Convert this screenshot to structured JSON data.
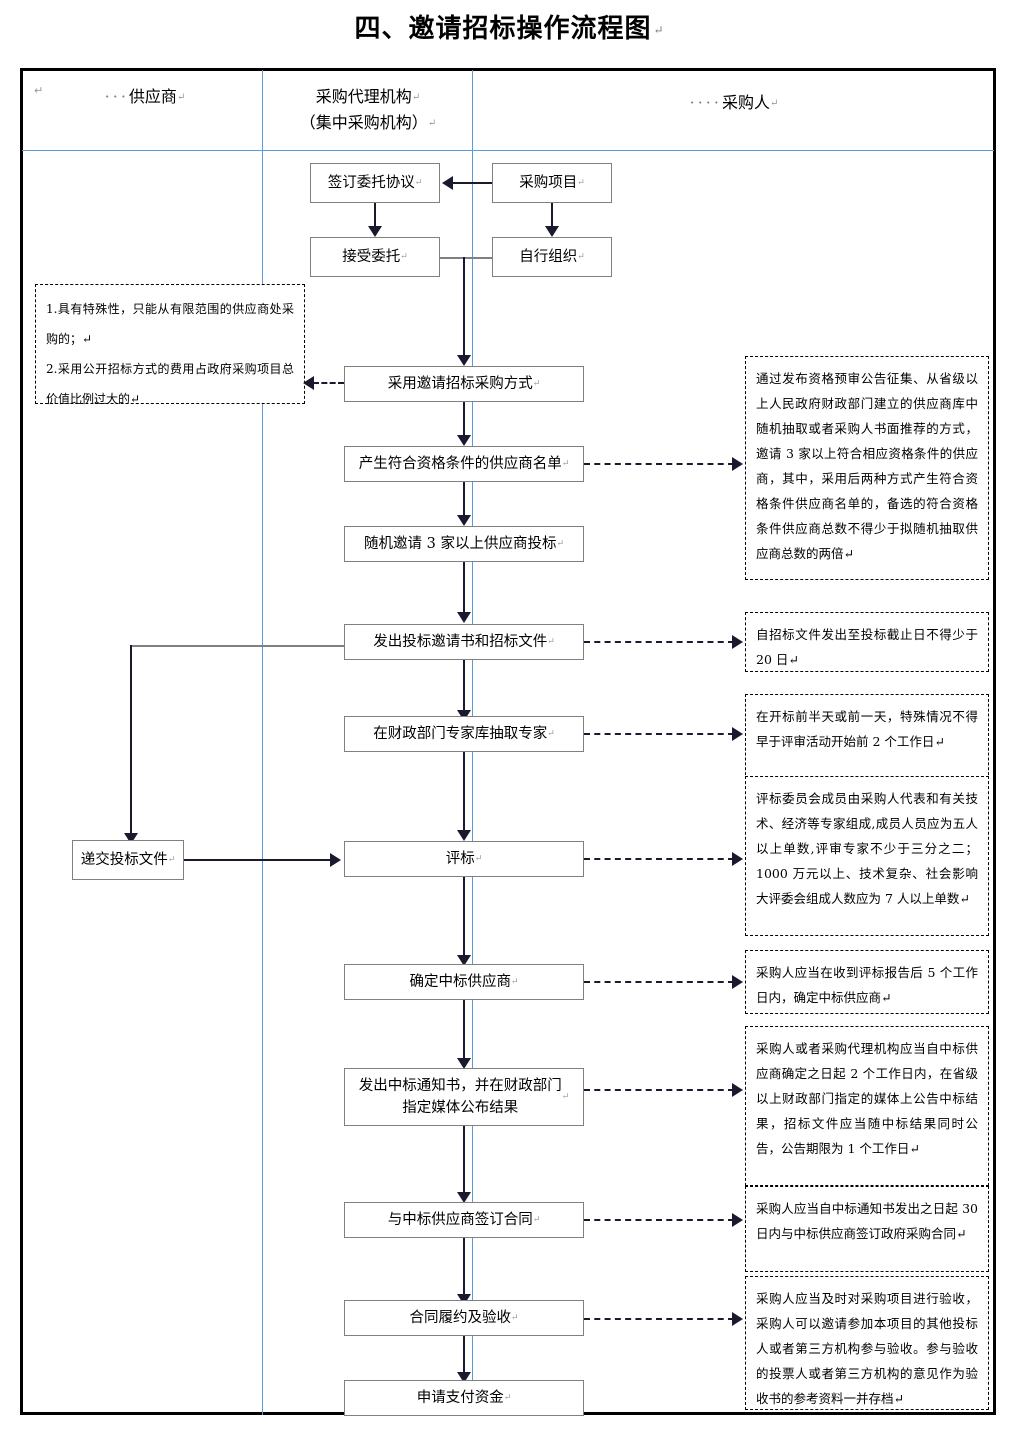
{
  "title": {
    "text": "四、邀请招标操作流程图",
    "pilcrow": "↵"
  },
  "lanes": [
    {
      "id": "supplier",
      "dots": "···",
      "label": "供应商",
      "pilcrow": "↵"
    },
    {
      "id": "agency",
      "line1": "采购代理机构",
      "line2": "（集中采购机构）",
      "pilcrow": "↵"
    },
    {
      "id": "buyer",
      "dots": "····",
      "label": "采购人",
      "pilcrow": "↵"
    }
  ],
  "boxes": {
    "sign_agreement": "签订委托协议",
    "procurement_project": "采购项目",
    "accept_commission": "接受委托",
    "self_organize": "自行组织",
    "use_invited_tender": "采用邀请招标采购方式",
    "qualified_supplier_list": "产生符合资格条件的供应商名单",
    "invite_three_suppliers": "随机邀请 3 家以上供应商投标",
    "issue_invitation_docs": "发出投标邀请书和招标文件",
    "submit_bid_documents": "递交投标文件",
    "draw_experts": "在财政部门专家库抽取专家",
    "bid_evaluation": "评标",
    "determine_winner": "确定中标供应商",
    "issue_notice_publish": "发出中标通知书，并在财政部门\n指定媒体公布结果",
    "sign_contract": "与中标供应商签订合同",
    "contract_performance": "合同履约及验收",
    "apply_payment": "申请支付资金"
  },
  "notes": {
    "invited_tender_conditions": "1.具有特殊性，只能从有限范围的供应商处采购的；↵\n2.采用公开招标方式的费用占政府采购项目总价值比例过大的↵",
    "supplier_list_rule": "通过发布资格预审公告征集、从省级以上人民政府财政部门建立的供应商库中随机抽取或者采购人书面推荐的方式，邀请 3 家以上符合相应资格条件的供应商，其中，采用后两种方式产生符合资格条件供应商名单的，备选的符合资格条件供应商总数不得少于拟随机抽取供应商总数的两倍↵",
    "bid_deadline_rule": "自招标文件发出至投标截止日不得少于 20 日↵",
    "expert_draw_rule": "在开标前半天或前一天，特殊情况不得早于评审活动开始前 2 个工作日↵",
    "evaluation_committee_rule": "评标委员会成员由采购人代表和有关技术、经济等专家组成,成员人员应为五人以上单数,评审专家不少于三分之二；1000 万元以上、技术复杂、社会影响大评委会组成人数应为 7 人以上单数↵",
    "winner_determine_rule": "采购人应当在收到评标报告后 5 个工作日内，确定中标供应商↵",
    "announcement_rule": "采购人或者采购代理机构应当自中标供应商确定之日起 2 个工作日内，在省级以上财政部门指定的媒体上公告中标结果，招标文件应当随中标结果同时公告，公告期限为 1 个工作日↵",
    "contract_sign_rule": "采购人应当自中标通知书发出之日起 30 日内与中标供应商签订政府采购合同↵",
    "acceptance_rule": "采购人应当及时对采购项目进行验收，采购人可以邀请参加本项目的其他投标人或者第三方机构参与验收。参与验收的投票人或者第三方机构的意见作为验收书的参考资料一并存档↵"
  },
  "colors": {
    "lane_divider": "#5b9bd5",
    "box_border": "#808080",
    "connector": "#1a1a2e",
    "frame": "#000000"
  }
}
